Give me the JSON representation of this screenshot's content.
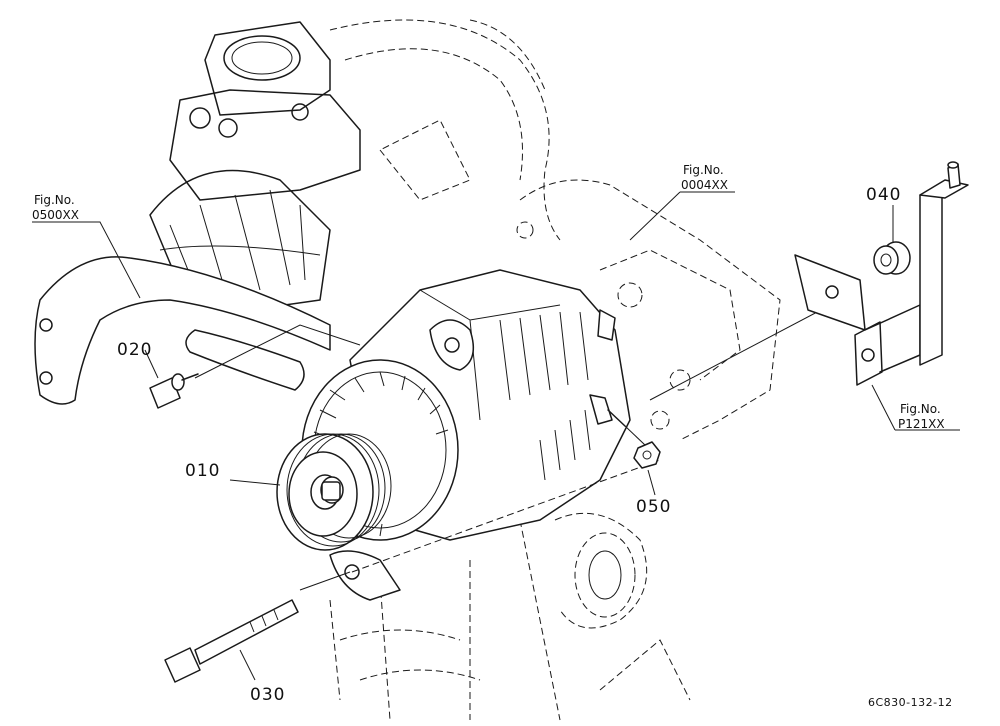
{
  "diagram": {
    "parts": [
      {
        "id": "p010",
        "number": "010"
      },
      {
        "id": "p020",
        "number": "020"
      },
      {
        "id": "p030",
        "number": "030"
      },
      {
        "id": "p040",
        "number": "040"
      },
      {
        "id": "p050",
        "number": "050"
      }
    ],
    "figure_refs": [
      {
        "id": "ref0500",
        "title": "Fig.No.",
        "code": "0500XX"
      },
      {
        "id": "ref0004",
        "title": "Fig.No.",
        "code": "0004XX"
      },
      {
        "id": "refP121",
        "title": "Fig.No.",
        "code": "P121XX"
      }
    ],
    "drawing_code": "6C830-132-12"
  }
}
